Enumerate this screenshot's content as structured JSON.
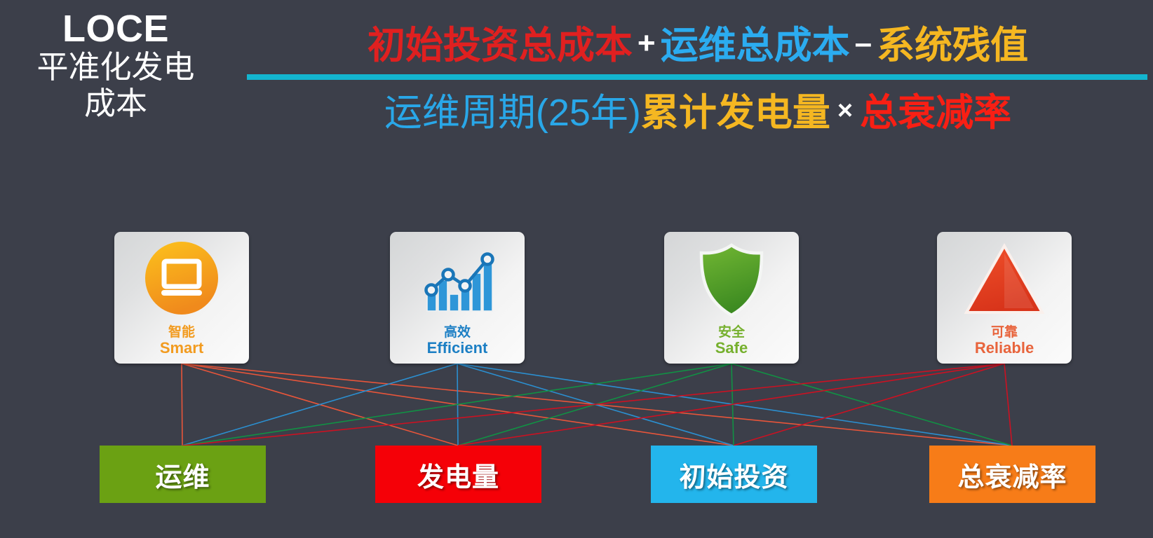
{
  "background_color": "#3c3f4a",
  "title": {
    "acronym": "LOCE",
    "chinese_line1": "平准化发电",
    "chinese_line2": "成本",
    "color": "#ffffff"
  },
  "formula": {
    "bar_color": "#13b5cf",
    "numerator": [
      {
        "text": "初始投资总成本",
        "color": "#e02020",
        "weight": "bold",
        "kind": "term"
      },
      {
        "text": "+",
        "color": "#ffffff",
        "weight": "bold",
        "kind": "operator"
      },
      {
        "text": "运维总成本",
        "color": "#2bacf0",
        "weight": "bold",
        "kind": "term"
      },
      {
        "text": "–",
        "color": "#ffffff",
        "weight": "bold",
        "kind": "operator"
      },
      {
        "text": "系统残值",
        "color": "#f5b721",
        "weight": "bold",
        "kind": "term"
      }
    ],
    "denominator": [
      {
        "text": "运维周期(25年)",
        "color": "#29a7e8",
        "weight": "regular",
        "kind": "term"
      },
      {
        "text": "累计发电量",
        "color": "#f5b721",
        "weight": "bold",
        "kind": "term"
      },
      {
        "text": "×",
        "color": "#ffffff",
        "weight": "bold",
        "kind": "operator"
      },
      {
        "text": "总衰减率",
        "color": "#f81f14",
        "weight": "bold",
        "kind": "term"
      }
    ]
  },
  "cards": [
    {
      "icon": "laptop-icon",
      "label_cn": "智能",
      "label_en": "Smart",
      "color": "#f29b1f",
      "accent_light": "#fcc21c",
      "accent_dark": "#f08a1c"
    },
    {
      "icon": "bar-chart-growth-icon",
      "label_cn": "高效",
      "label_en": "Efficient",
      "color": "#1c7fc4",
      "accent_light": "#2e96d8",
      "accent_dark": "#1a76b8"
    },
    {
      "icon": "shield-icon",
      "label_cn": "安全",
      "label_en": "Safe",
      "color": "#76b02e",
      "accent_light": "#72b733",
      "accent_dark": "#3c8a21"
    },
    {
      "icon": "triangle-icon",
      "label_cn": "可靠",
      "label_en": "Reliable",
      "color": "#e8643c",
      "accent_light": "#f0502a",
      "accent_dark": "#d8341a"
    }
  ],
  "buttons": [
    {
      "label": "运维",
      "color": "#6ba113"
    },
    {
      "label": "发电量",
      "color": "#f50007"
    },
    {
      "label": "初始投资",
      "color": "#23b5ec"
    },
    {
      "label": "总衰减率",
      "color": "#f77c18"
    }
  ],
  "connectors": {
    "colors": {
      "smart": "#e8553a",
      "efficient": "#2b8fd0",
      "safe": "#119144",
      "reliable": "#cc1122"
    },
    "note": "each icon card fans down to the four bottom buttons"
  }
}
